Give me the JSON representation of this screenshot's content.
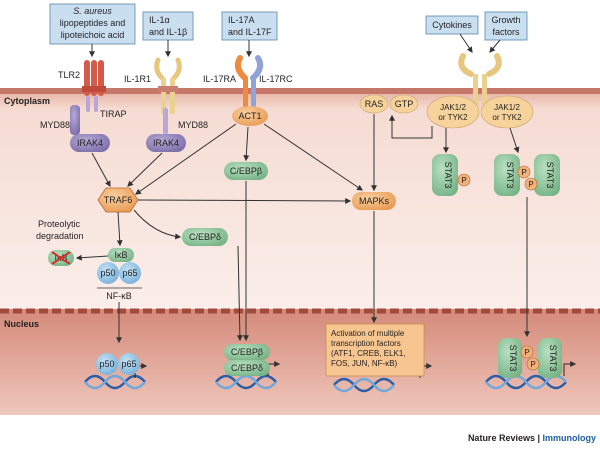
{
  "compartments": {
    "cytoplasm": "Cytoplasm",
    "nucleus": "Nucleus"
  },
  "ligands": {
    "saureus_line1": "S. aureus",
    "saureus_line2": "lipopeptides and",
    "saureus_line3": "lipoteichoic acid",
    "il1_line1": "IL-1α",
    "il1_line2": "and IL-1β",
    "il17_line1": "IL-17A",
    "il17_line2": "and IL-17F",
    "cytokines": "Cytokines",
    "growth_line1": "Growth",
    "growth_line2": "factors"
  },
  "receptors": {
    "tlr2": "TLR2",
    "tirap": "TIRAP",
    "il1r1": "IL-1R1",
    "myd88_left": "MYD88",
    "myd88_right": "MYD88",
    "il17ra": "IL-17RA",
    "il17rc": "IL-17RC"
  },
  "nodes": {
    "irak4_left": "IRAK4",
    "irak4_right": "IRAK4",
    "act1": "ACT1",
    "ras": "RAS",
    "gtp": "GTP",
    "jak_line1": "JAK1/2",
    "jak_line2": "or TYK2",
    "traf6": "TRAF6",
    "cebpb": "C/EBPβ",
    "cebpd": "C/EBPδ",
    "mapks": "MAPKs",
    "stat3": "STAT3",
    "phospho": "P",
    "ikb": "IκB",
    "ikb_degraded": "IκB",
    "p50": "p50",
    "p65": "p65",
    "nfkb": "NF-κB",
    "proteolytic_line1": "Proteolytic",
    "proteolytic_line2": "degradation",
    "nuc_cebpb": "C/EBPβ",
    "nuc_cebpd": "C/EBPδ"
  },
  "tf_box": {
    "line1": "Activation of multiple",
    "line2": "transcription factors",
    "line3": "(ATF1, CREB, ELK1,",
    "line4": "FOS, JUN, NF-κB)"
  },
  "credit": {
    "journal": "Nature Reviews",
    "separator": " | ",
    "section": "Immunology"
  },
  "colors": {
    "ligand_box": "#c9dff0",
    "cytoplasm_band": "#f3d9d0",
    "nucleus_band": "#dd9b8c",
    "orange_node": "#f0ad6b",
    "green_node": "#8cc49a",
    "purple_node": "#8e80b6",
    "blue_node": "#8fbfe3",
    "brand_blue": "#1f5fa3"
  }
}
